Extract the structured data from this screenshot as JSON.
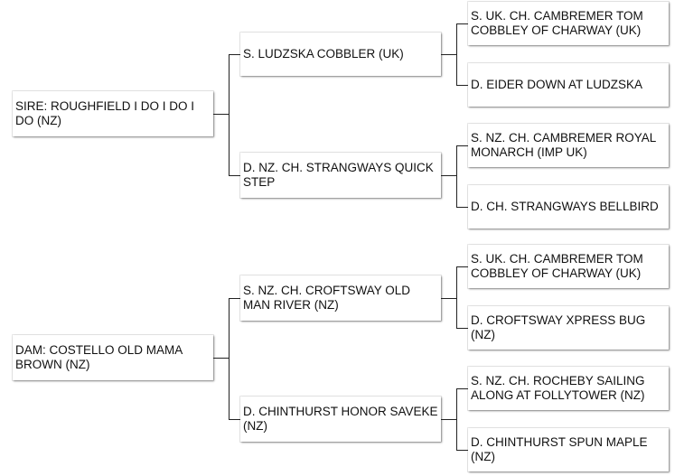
{
  "sire": {
    "label": "SIRE: ROUGHFIELD I DO I DO I DO (NZ)",
    "sire": {
      "label": "S. LUDZSKA COBBLER (UK)",
      "sire": {
        "label": "S. UK. CH. CAMBREMER TOM COBBLEY OF CHARWAY (UK)"
      },
      "dam": {
        "label": "D. EIDER DOWN AT LUDZSKA"
      }
    },
    "dam": {
      "label": "D. NZ. CH. STRANGWAYS QUICK STEP",
      "sire": {
        "label": "S. NZ. CH. CAMBREMER ROYAL MONARCH (IMP UK)"
      },
      "dam": {
        "label": "D. CH. STRANGWAYS BELLBIRD"
      }
    }
  },
  "dam": {
    "label": "DAM: COSTELLO OLD MAMA BROWN (NZ)",
    "sire": {
      "label": "S. NZ. CH. CROFTSWAY OLD MAN RIVER (NZ)",
      "sire": {
        "label": "S. UK. CH. CAMBREMER TOM COBBLEY OF CHARWAY (UK)"
      },
      "dam": {
        "label": "D. CROFTSWAY XPRESS BUG (NZ)"
      }
    },
    "dam": {
      "label": "D. CHINTHURST HONOR SAVEKE (NZ)",
      "sire": {
        "label": "S. NZ. CH. ROCHEBY SAILING ALONG AT FOLLYTOWER (NZ)"
      },
      "dam": {
        "label": "D. CHINTHURST SPUN MAPLE (NZ)"
      }
    }
  }
}
